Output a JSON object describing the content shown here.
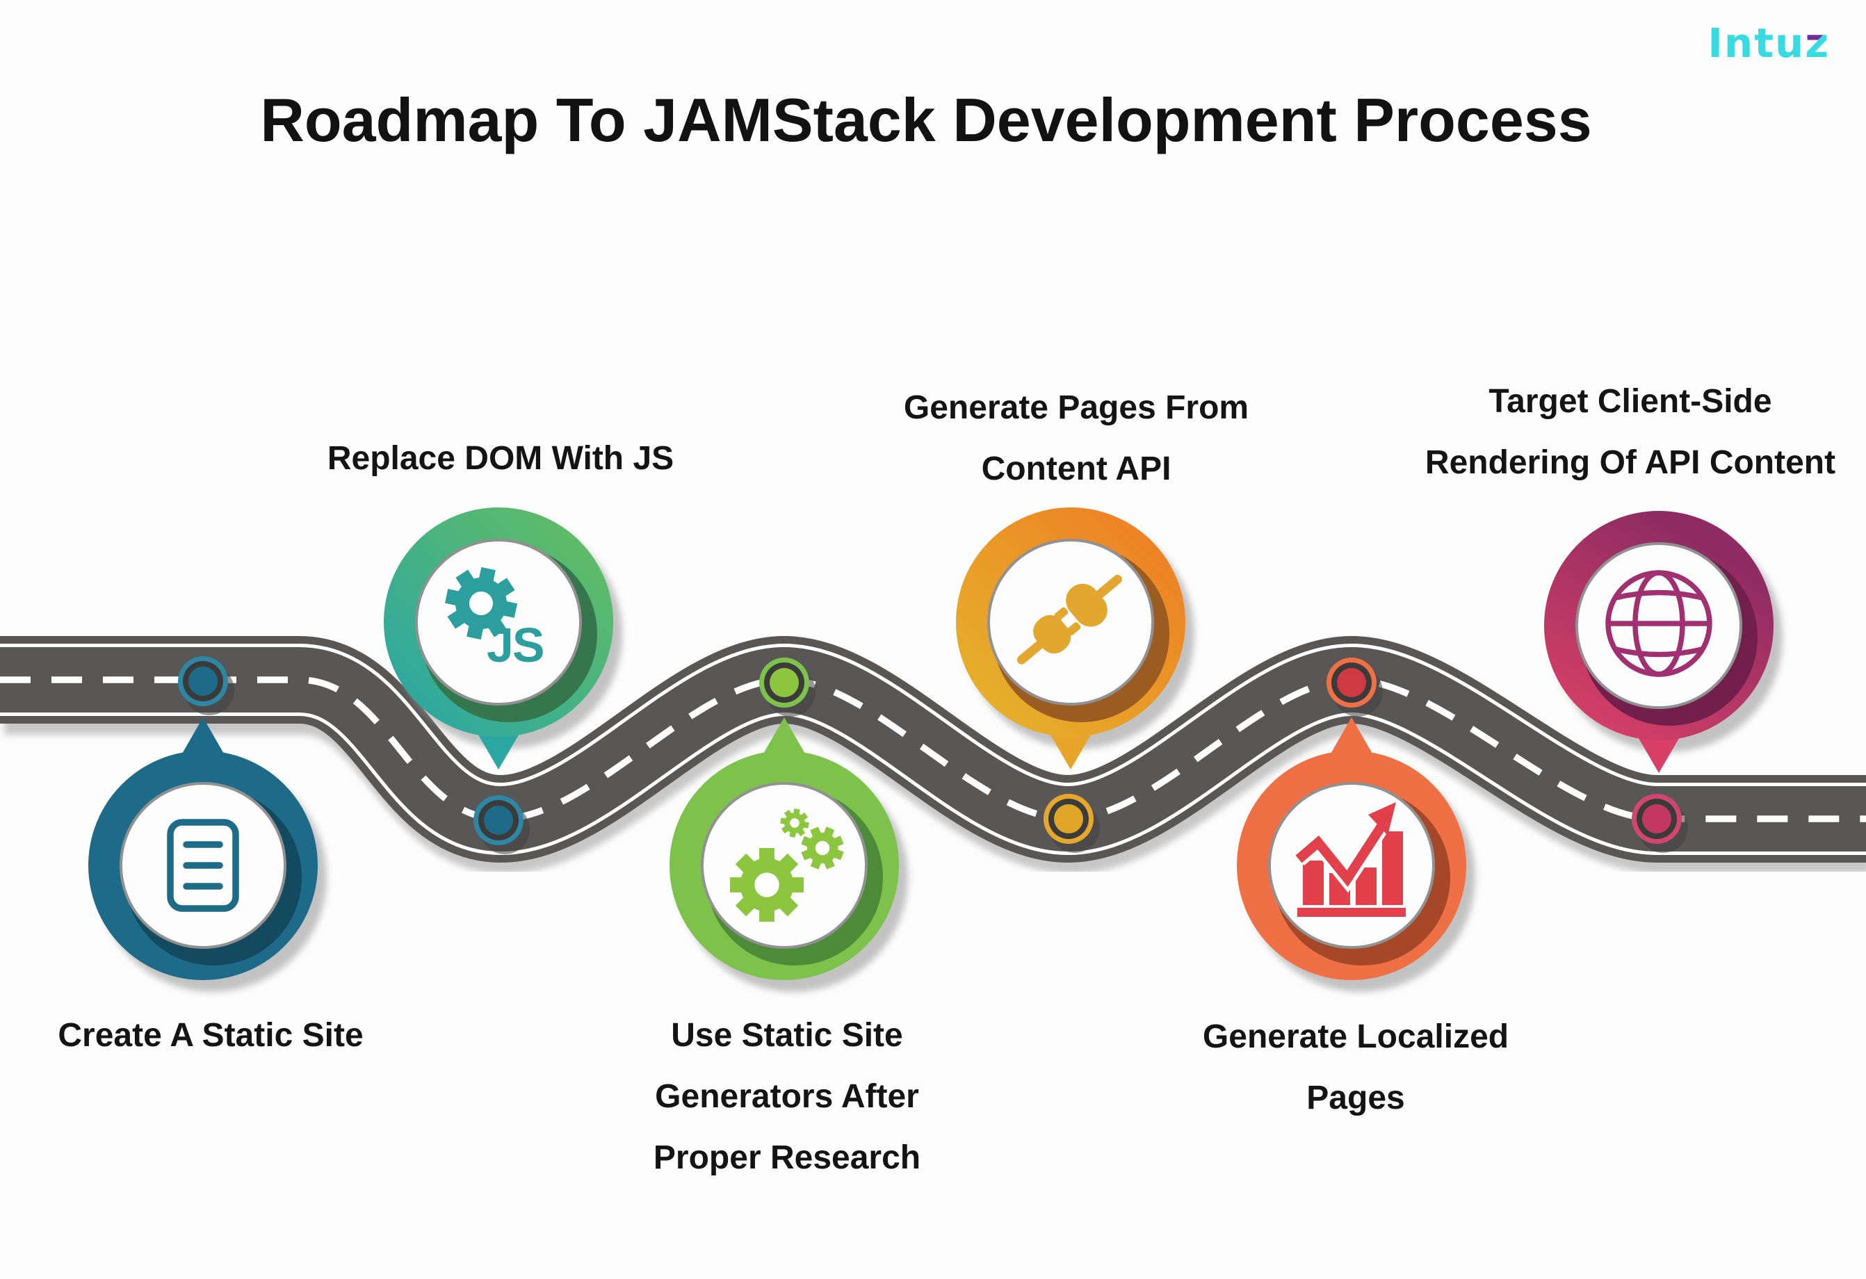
{
  "title": "Roadmap To JAMStack Development Process",
  "logo": {
    "text_main": "Intu",
    "text_accent": "z",
    "color": "#38dbe2",
    "accent_color": "#722e92"
  },
  "road": {
    "asphalt_color": "#595656",
    "edge_line_color": "#ffffff",
    "center_line_style": "dashed-white"
  },
  "steps": [
    {
      "label_lines": [
        "Create A Static Site"
      ],
      "icon": "document-icon",
      "ring_color": "#1d6b88",
      "marker_color": "#1d6b88",
      "row": "bottom"
    },
    {
      "label_lines": [
        "Replace DOM With JS"
      ],
      "icon": "gear-js-icon",
      "icon_text": "JS",
      "ring_gradient": [
        "#2ba7a3",
        "#63bd63"
      ],
      "marker_color": "#1d6b88",
      "row": "top"
    },
    {
      "label_lines": [
        "Use Static Site",
        "Generators After",
        "Proper Research"
      ],
      "icon": "gears-icon",
      "ring_color": "#7dc24b",
      "marker_color": "#8cc63f",
      "row": "bottom"
    },
    {
      "label_lines": [
        "Generate Pages From",
        "Content API"
      ],
      "icon": "plug-icon",
      "ring_gradient": [
        "#e5b32b",
        "#ee7e24"
      ],
      "marker_color": "#e0a428",
      "row": "top"
    },
    {
      "label_lines": [
        "Generate Localized",
        "Pages"
      ],
      "icon": "growth-chart-icon",
      "ring_color": "#f07046",
      "marker_color": "#cd3a41",
      "row": "bottom"
    },
    {
      "label_lines": [
        "Target Client-Side",
        "Rendering Of API Content"
      ],
      "icon": "globe-icon",
      "ring_gradient": [
        "#d84067",
        "#8e2c63"
      ],
      "marker_color": "#c23862",
      "row": "top"
    }
  ]
}
